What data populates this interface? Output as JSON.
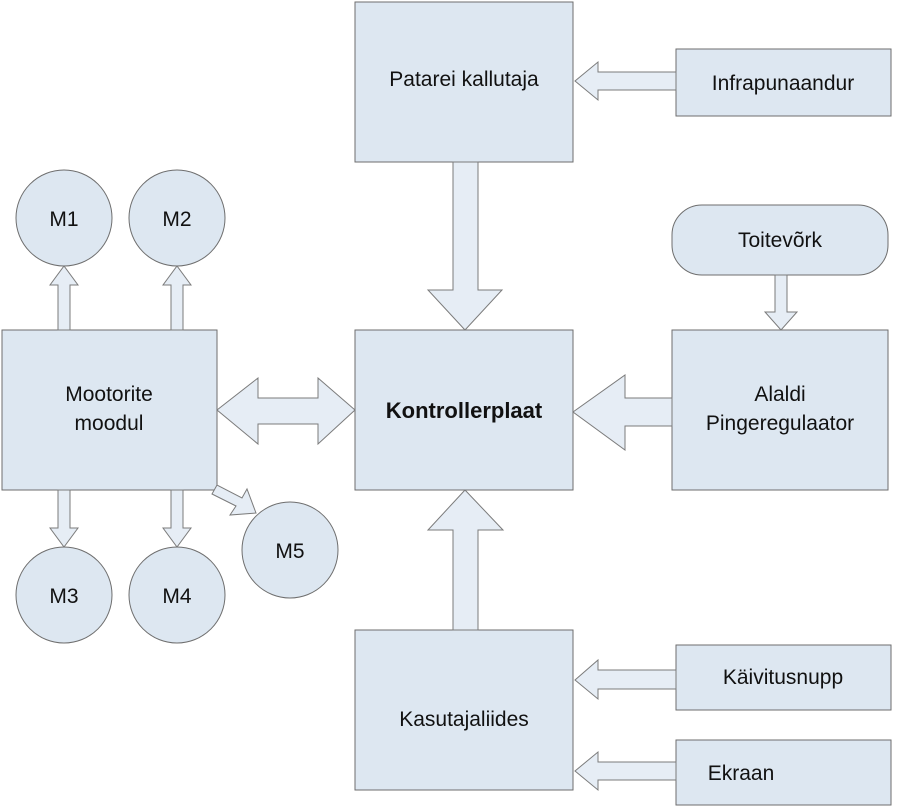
{
  "nodes": {
    "patarei_kallutaja": "Patarei kallutaja",
    "infrapunaandur": "Infrapunaandur",
    "toitevork": "Toitevõrk",
    "mootorite_moodul": [
      "Mootorite",
      "moodul"
    ],
    "kontrollerplaat": "Kontrollerplaat",
    "alaldi_pingeregulaator": [
      "Alaldi",
      "Pingeregulaator"
    ],
    "kasutajaliides": "Kasutajaliides",
    "kaivitusnupp": "Käivitusnupp",
    "ekraan": "Ekraan"
  },
  "motors": {
    "m1": "M1",
    "m2": "M2",
    "m3": "M3",
    "m4": "M4",
    "m5": "M5"
  },
  "colors": {
    "box_fill": "#dde7f1",
    "arrow_fill": "#e6edf5",
    "outline": "#6e6e6e"
  }
}
